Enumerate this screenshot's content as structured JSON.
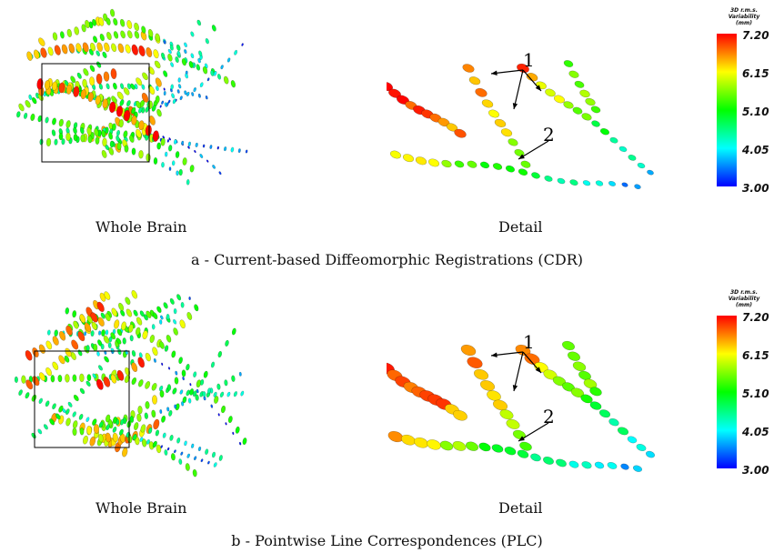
{
  "panels": [
    {
      "id": "a",
      "caption": "a - Current-based Diffeomorphic Registrations (CDR)",
      "left_label": "Whole Brain",
      "right_label": "Detail",
      "annotations": [
        "1",
        "2"
      ]
    },
    {
      "id": "b",
      "caption": "b - Pointwise Line Correspondences (PLC)",
      "left_label": "Whole Brain",
      "right_label": "Detail",
      "annotations": [
        "1",
        "2"
      ]
    }
  ],
  "colorbar": {
    "title_lines": [
      "3D r.m.s.",
      "Variability",
      "(mm)"
    ],
    "ticks": [
      "7.20",
      "6.15",
      "5.10",
      "4.05",
      "3.00"
    ],
    "colors": [
      "#ff0000",
      "#ffff00",
      "#00ff00",
      "#00ffff",
      "#0000ff"
    ]
  }
}
